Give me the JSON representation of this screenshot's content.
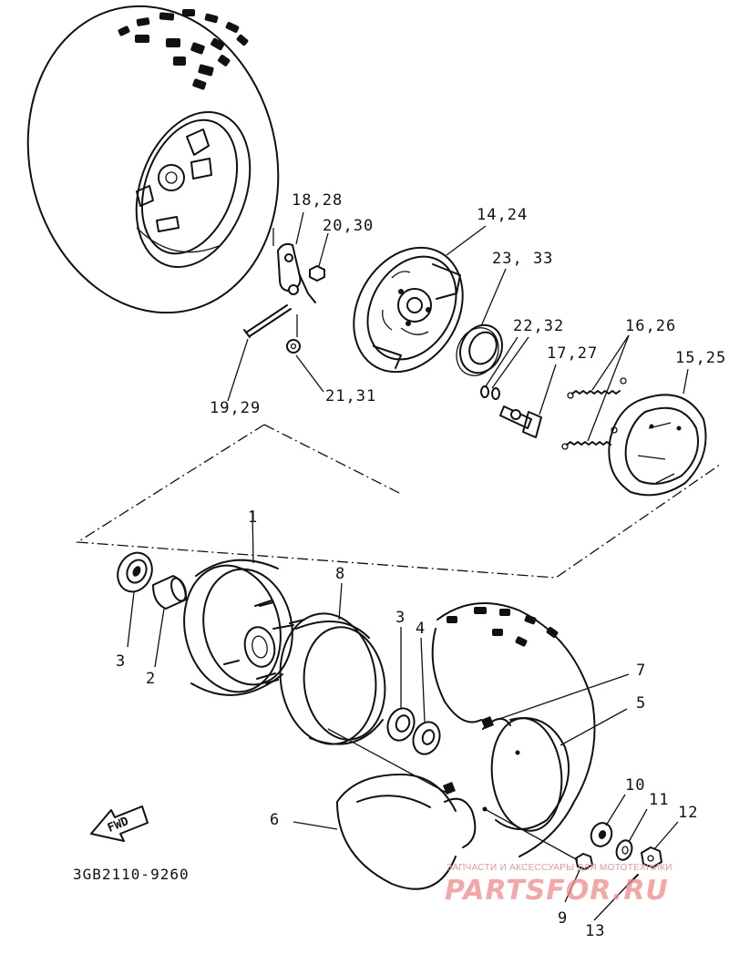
{
  "callouts": {
    "c_18_28": "18,28",
    "c_20_30": "20,30",
    "c_14_24": "14,24",
    "c_23_33": "23, 33",
    "c_22_32": "22,32",
    "c_16_26": "16,26",
    "c_17_27": "17,27",
    "c_15_25": "15,25",
    "c_19_29": "19,29",
    "c_21_31": "21,31",
    "c_1": "1",
    "c_8": "8",
    "c_3a": "3",
    "c_4": "4",
    "c_3b": "3",
    "c_2": "2",
    "c_7": "7",
    "c_5": "5",
    "c_6": "6",
    "c_10": "10",
    "c_11": "11",
    "c_12": "12",
    "c_9": "9",
    "c_13": "13"
  },
  "fwd_label": "FWD",
  "diagram_code": "3GB2110-9260",
  "watermark": {
    "tagline": "ЗАПЧАСТИ И АКСЕССУАРЫ ДЛЯ МОТОТЕХНИКИ",
    "logo": "PARTSFOR.RU"
  }
}
